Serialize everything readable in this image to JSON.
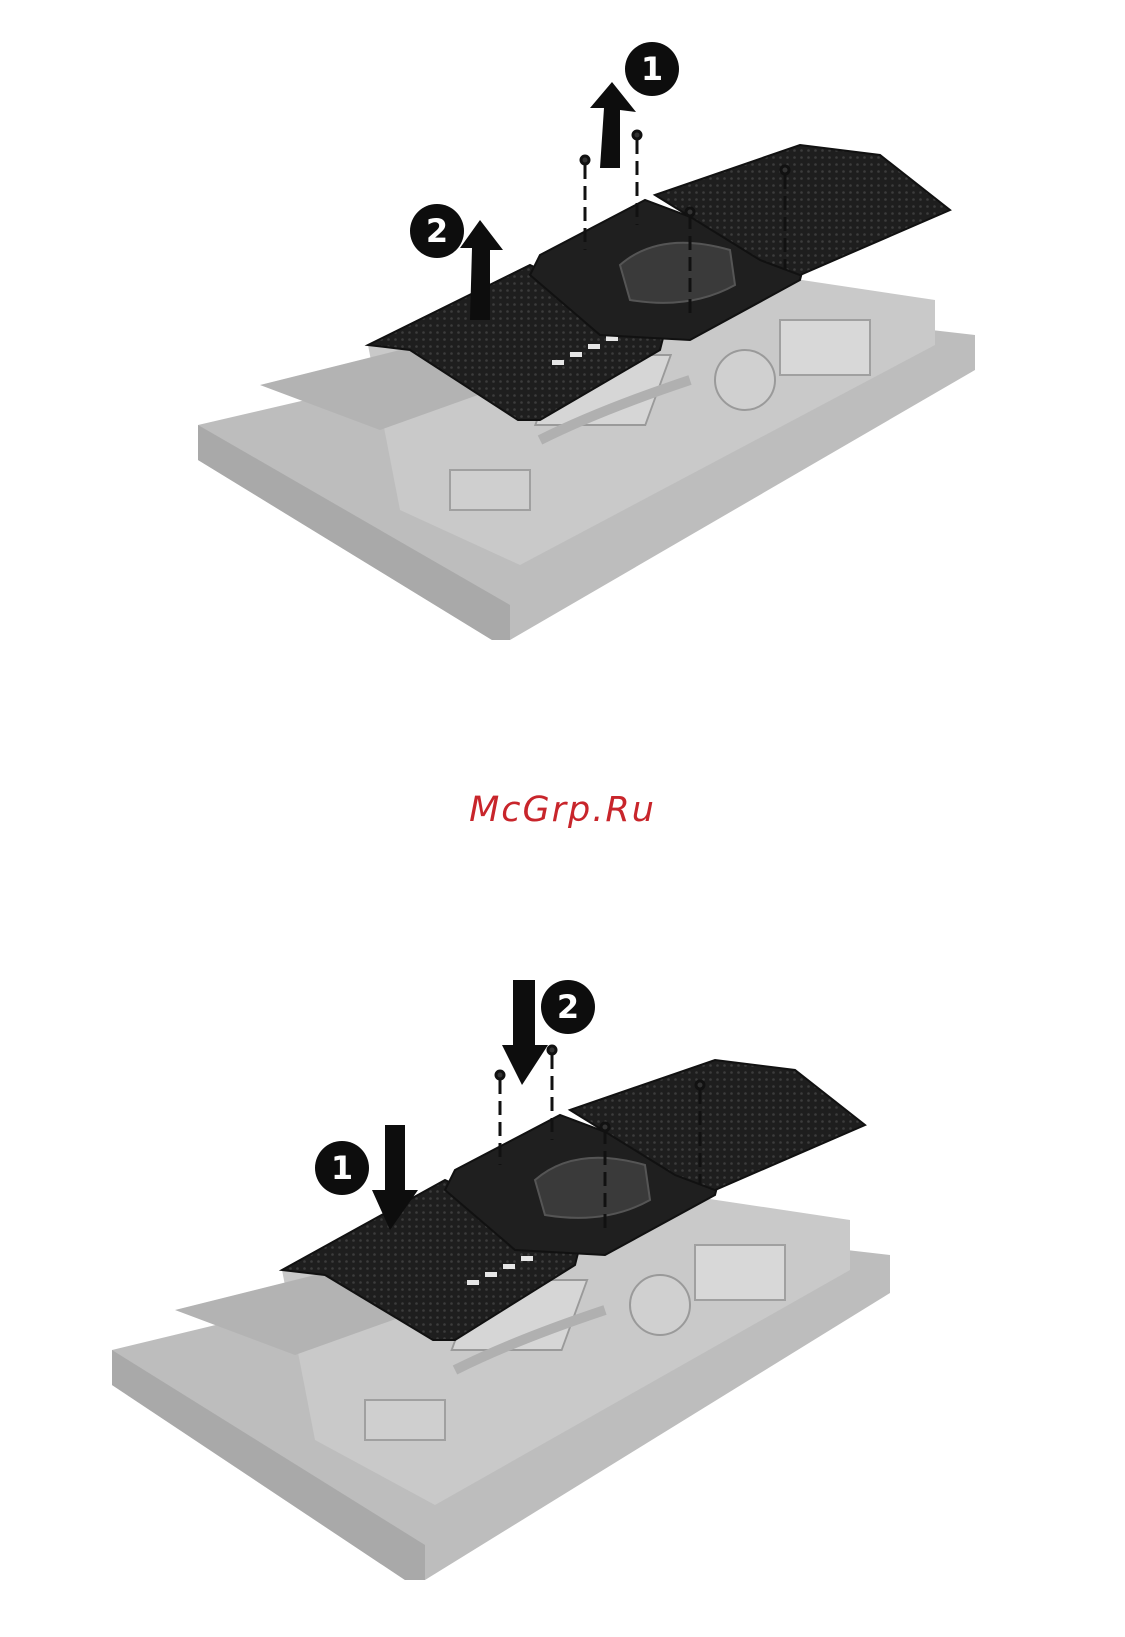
{
  "figures": [
    {
      "id": "removal",
      "callouts": [
        {
          "label": "1",
          "arrow": "up",
          "target": "center-cover-screws"
        },
        {
          "label": "2",
          "arrow": "up",
          "target": "left-cover"
        }
      ]
    },
    {
      "id": "installation",
      "callouts": [
        {
          "label": "1",
          "arrow": "down",
          "target": "left-cover"
        },
        {
          "label": "2",
          "arrow": "down",
          "target": "center-cover-screws"
        }
      ]
    }
  ],
  "watermark": {
    "text": "McGrp.Ru",
    "color": "#c8252b"
  },
  "colors": {
    "chassis": "#bdbdbd",
    "chassis_edge": "#a7a7a7",
    "cover": "#1b1b1b",
    "callout": "#0d0d0d"
  }
}
